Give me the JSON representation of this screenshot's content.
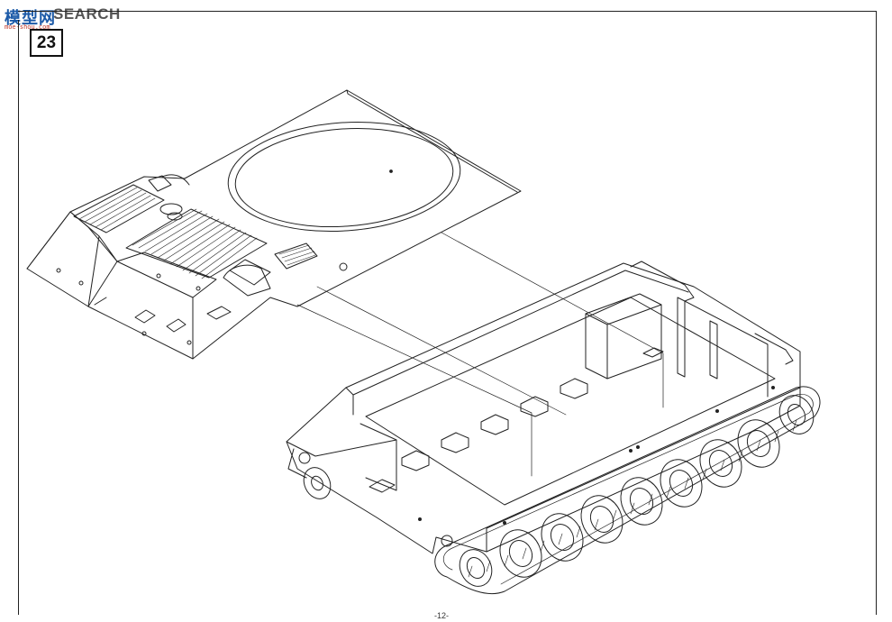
{
  "watermark": {
    "cn": "模型网",
    "en": "SEARCH",
    "url": "moe-shou.com"
  },
  "step": {
    "number": "23"
  },
  "footer": {
    "page": "-12-"
  },
  "colors": {
    "line": "#222222",
    "watermark_blue": "#1c5aa8",
    "watermark_red": "#c0392b"
  },
  "parts": {
    "upper_hull": "upper-hull-plate",
    "lower_hull": "lower-hull-tracked"
  }
}
